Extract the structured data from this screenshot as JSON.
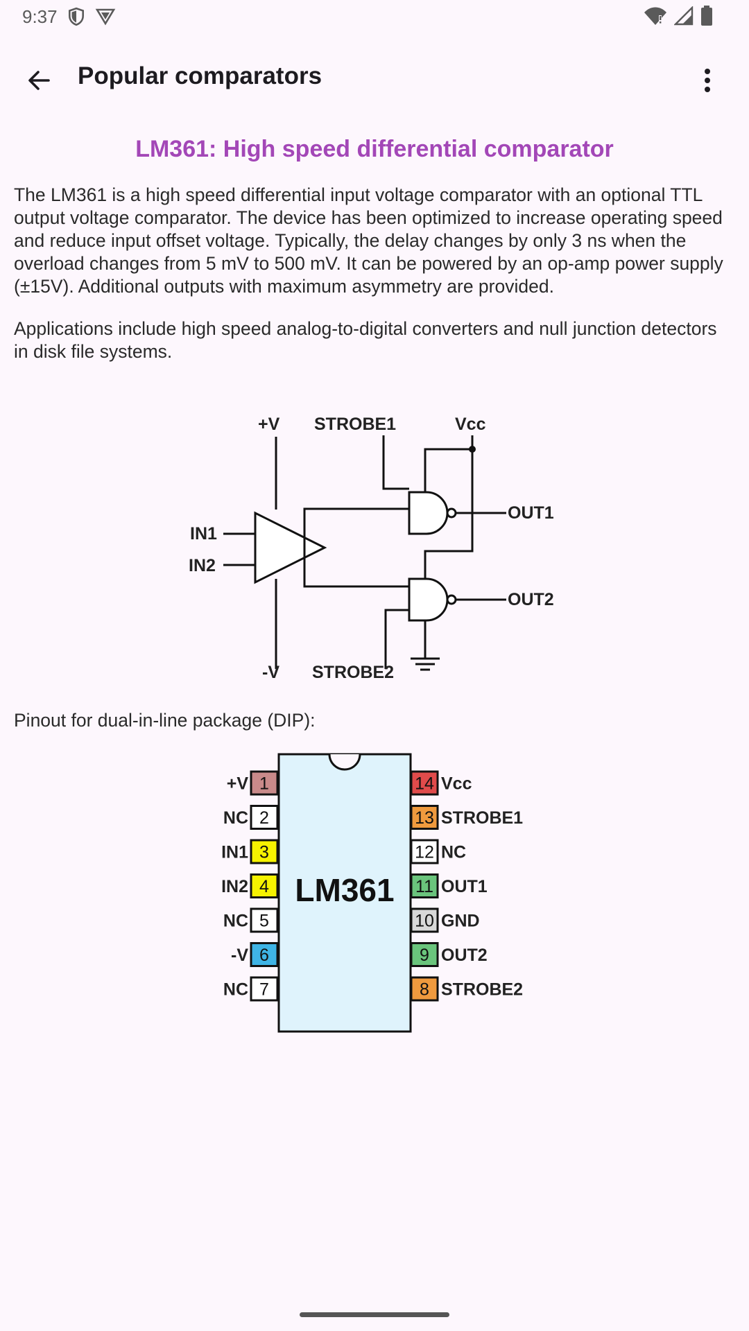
{
  "status": {
    "time": "9:37"
  },
  "app_bar": {
    "title": "Popular comparators"
  },
  "page": {
    "heading": "LM361: High speed differential comparator",
    "para1": "The LM361 is a high speed differential input voltage comparator with an optional TTL output voltage comparator. The device has been optimized to increase operating speed and reduce input offset voltage. Typically, the delay changes by only 3 ns when the overload changes from 5 mV to 500 mV. It can be powered by an op-amp power supply (±15V). Additional outputs with maximum asymmetry are provided.",
    "para2": "Applications include high speed analog-to-digital converters and null junction detectors in disk file systems.",
    "pinout_label": "Pinout for dual-in-line package (DIP):"
  },
  "schematic": {
    "plus_v": "+V",
    "minus_v": "-V",
    "strobe1": "STROBE1",
    "strobe2": "STROBE2",
    "vcc": "Vcc",
    "in1": "IN1",
    "in2": "IN2",
    "out1": "OUT1",
    "out2": "OUT2"
  },
  "dip": {
    "chip_label": "LM361",
    "left_pins": [
      {
        "num": "1",
        "label": "+V",
        "color": "#c98a8a"
      },
      {
        "num": "2",
        "label": "NC",
        "color": "#ffffff"
      },
      {
        "num": "3",
        "label": "IN1",
        "color": "#f6f200"
      },
      {
        "num": "4",
        "label": "IN2",
        "color": "#f6f200"
      },
      {
        "num": "5",
        "label": "NC",
        "color": "#ffffff"
      },
      {
        "num": "6",
        "label": "-V",
        "color": "#3fb4e6"
      },
      {
        "num": "7",
        "label": "NC",
        "color": "#ffffff"
      }
    ],
    "right_pins": [
      {
        "num": "14",
        "label": "Vcc",
        "color": "#e04b4b"
      },
      {
        "num": "13",
        "label": "STROBE1",
        "color": "#f09a3e"
      },
      {
        "num": "12",
        "label": "NC",
        "color": "#ffffff"
      },
      {
        "num": "11",
        "label": "OUT1",
        "color": "#6ac47c"
      },
      {
        "num": "10",
        "label": "GND",
        "color": "#d8d8d8"
      },
      {
        "num": "9",
        "label": "OUT2",
        "color": "#6ac47c"
      },
      {
        "num": "8",
        "label": "STROBE2",
        "color": "#f09a3e"
      }
    ]
  }
}
